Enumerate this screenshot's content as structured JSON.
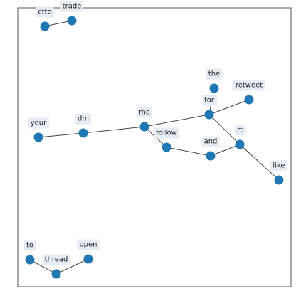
{
  "colors": {
    "node": "#1f77b4",
    "edge": "#444444",
    "label_bg": "#e6ecf3",
    "frame": "#555555"
  },
  "graph": {
    "nodes": [
      {
        "id": "ctto",
        "label": "ctto"
      },
      {
        "id": "trade",
        "label": "trade"
      },
      {
        "id": "the",
        "label": "the"
      },
      {
        "id": "retweet",
        "label": "retweet"
      },
      {
        "id": "for",
        "label": "for"
      },
      {
        "id": "your",
        "label": "your"
      },
      {
        "id": "dm",
        "label": "dm"
      },
      {
        "id": "me",
        "label": "me"
      },
      {
        "id": "follow",
        "label": "follow"
      },
      {
        "id": "and",
        "label": "and"
      },
      {
        "id": "rt",
        "label": "rt"
      },
      {
        "id": "like",
        "label": "like"
      },
      {
        "id": "to",
        "label": "to"
      },
      {
        "id": "thread",
        "label": "thread"
      },
      {
        "id": "open",
        "label": "open"
      }
    ],
    "edges": [
      {
        "source": "ctto",
        "target": "trade"
      },
      {
        "source": "your",
        "target": "dm"
      },
      {
        "source": "dm",
        "target": "me"
      },
      {
        "source": "me",
        "target": "for"
      },
      {
        "source": "me",
        "target": "follow"
      },
      {
        "source": "for",
        "target": "the"
      },
      {
        "source": "for",
        "target": "retweet"
      },
      {
        "source": "for",
        "target": "rt"
      },
      {
        "source": "follow",
        "target": "and"
      },
      {
        "source": "and",
        "target": "rt"
      },
      {
        "source": "rt",
        "target": "like"
      },
      {
        "source": "to",
        "target": "thread"
      },
      {
        "source": "thread",
        "target": "open"
      }
    ]
  }
}
